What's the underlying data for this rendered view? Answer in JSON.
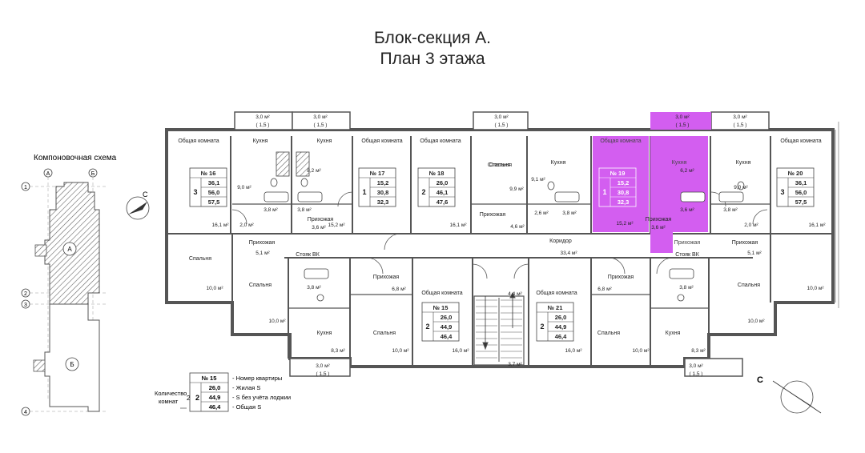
{
  "title": {
    "line1": "Блок-секция А.",
    "line2": "План 3 этажа"
  },
  "scheme": {
    "title": "Компоновочная схема",
    "axis_letters": [
      "А",
      "Б"
    ],
    "axis_numbers": [
      "1",
      "2",
      "3",
      "4"
    ],
    "sections": [
      "А",
      "Б"
    ]
  },
  "apartments": [
    {
      "number": "№ 16",
      "rooms": "3",
      "living": "36,1",
      "no_loggia": "56,0",
      "total": "57,5"
    },
    {
      "number": "№ 17",
      "rooms": "1",
      "living": "15,2",
      "no_loggia": "30,8",
      "total": "32,3"
    },
    {
      "number": "№ 18",
      "rooms": "2",
      "living": "26,0",
      "no_loggia": "46,1",
      "total": "47,6"
    },
    {
      "number": "№ 19",
      "rooms": "1",
      "living": "15,2",
      "no_loggia": "30,8",
      "total": "32,3",
      "highlighted": true
    },
    {
      "number": "№ 20",
      "rooms": "3",
      "living": "36,1",
      "no_loggia": "56,0",
      "total": "57,5"
    },
    {
      "number": "№ 15",
      "rooms": "2",
      "living": "26,0",
      "no_loggia": "44,9",
      "total": "46,4"
    },
    {
      "number": "№ 21",
      "rooms": "2",
      "living": "26,0",
      "no_loggia": "44,9",
      "total": "46,4"
    }
  ],
  "room_labels": [
    "Общая комната",
    "Кухня",
    "Кухня",
    "Общая комната",
    "Общая комната",
    "Спальня",
    "Кухня",
    "Общая комната",
    "Кухня",
    "Кухня",
    "Общая комната",
    "Прихожая",
    "Прихожая",
    "Прихожая",
    "Прихожая",
    "Прихожая",
    "Прихожая",
    "Прихожая",
    "Прихожая",
    "Спальня",
    "Спальня",
    "Спальня",
    "Спальня",
    "Стояк ВК",
    "Стояк ВК",
    "Коридор",
    "Общая комната",
    "Общая комната",
    "Кухня",
    "Кухня",
    "Спальня",
    "Спальня"
  ],
  "area_labels": [
    "3,0 м²",
    "( 1,5 )",
    "3,0 м²",
    "( 1,5 )",
    "3,0 м²",
    "( 1,5 )",
    "3,0 м²",
    "( 1,5 )",
    "3,0 м²",
    "( 1,5 )",
    "9,0 м²",
    "8,2 м²",
    "9,9 м²",
    "9,1 м²",
    "6,2 м²",
    "9,0 м²",
    "3,8 м²",
    "3,8 м²",
    "2,6 м²",
    "3,8 м²",
    "3,6 м²",
    "3,8 м²",
    "16,1 м²",
    "2,0 м²",
    "3,6 м²",
    "15,2 м²",
    "16,1 м²",
    "4,6 м²",
    "15,2 м²",
    "3,6 м²",
    "2,0 м²",
    "16,1 м²",
    "5,1 м²",
    "33,4 м²",
    "5,1 м²",
    "10,0 м²",
    "10,0 м²",
    "3,8 м²",
    "6,8 м²",
    "4,4 м²",
    "6,8 м²",
    "3,8 м²",
    "10,0 м²",
    "10,0 м²",
    "8,3 м²",
    "10,0 м²",
    "16,0 м²",
    "16,0 м²",
    "10,0 м²",
    "8,3 м²",
    "3,7 м²",
    "3,0 м²",
    "( 1,5 )",
    "3,0 м²",
    "( 1,5 )"
  ],
  "legend": {
    "rooms_label": "Количество комнат",
    "rooms": "2",
    "number": "№ 15",
    "living": "26,0",
    "no_loggia": "44,9",
    "total": "46,4",
    "desc_number": "- Номер квартиры",
    "desc_living": "- Жилая S",
    "desc_no_loggia": "- S без учёта лоджии",
    "desc_total": "- Общая S"
  },
  "north_label": "С",
  "colors": {
    "highlight": "#d35ef0",
    "wall": "#555555",
    "line": "#333333",
    "hatch": "#888888"
  }
}
